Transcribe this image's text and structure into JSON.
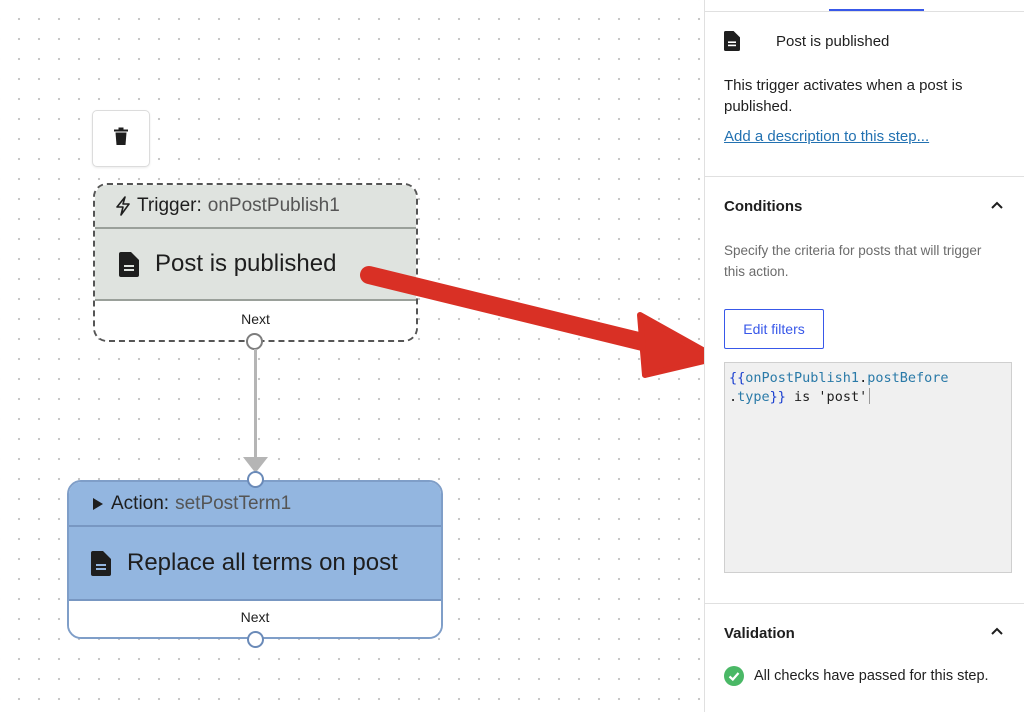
{
  "canvas": {
    "trigger": {
      "label": "Trigger:",
      "id": "onPostPublish1",
      "title": "Post is published",
      "next_label": "Next"
    },
    "action": {
      "label": "Action:",
      "id": "setPostTerm1",
      "title": "Replace all terms on post",
      "next_label": "Next"
    },
    "annotation_arrow_color": "#d93025"
  },
  "panel": {
    "step": {
      "icon": "document-icon",
      "title": "Post is published",
      "description": "This trigger activates when a post is published.",
      "add_description_link": "Add a description to this step..."
    },
    "conditions": {
      "title": "Conditions",
      "help": "Specify the criteria for posts that will trigger this action.",
      "edit_button": "Edit filters",
      "expression": {
        "open_braces": "{{",
        "var_name": "onPostPublish1",
        "dot1": ".",
        "prop1": "postBefore",
        "dot2": ".",
        "prop2": "type",
        "close_braces": "}}",
        "rest": " is 'post'"
      }
    },
    "validation": {
      "title": "Validation",
      "message": "All checks have passed for this step."
    }
  },
  "colors": {
    "trigger_bg": "#dfe3df",
    "action_bg": "#93b6e0",
    "accent": "#3858e9",
    "link": "#2271b1",
    "success": "#4ab866"
  }
}
